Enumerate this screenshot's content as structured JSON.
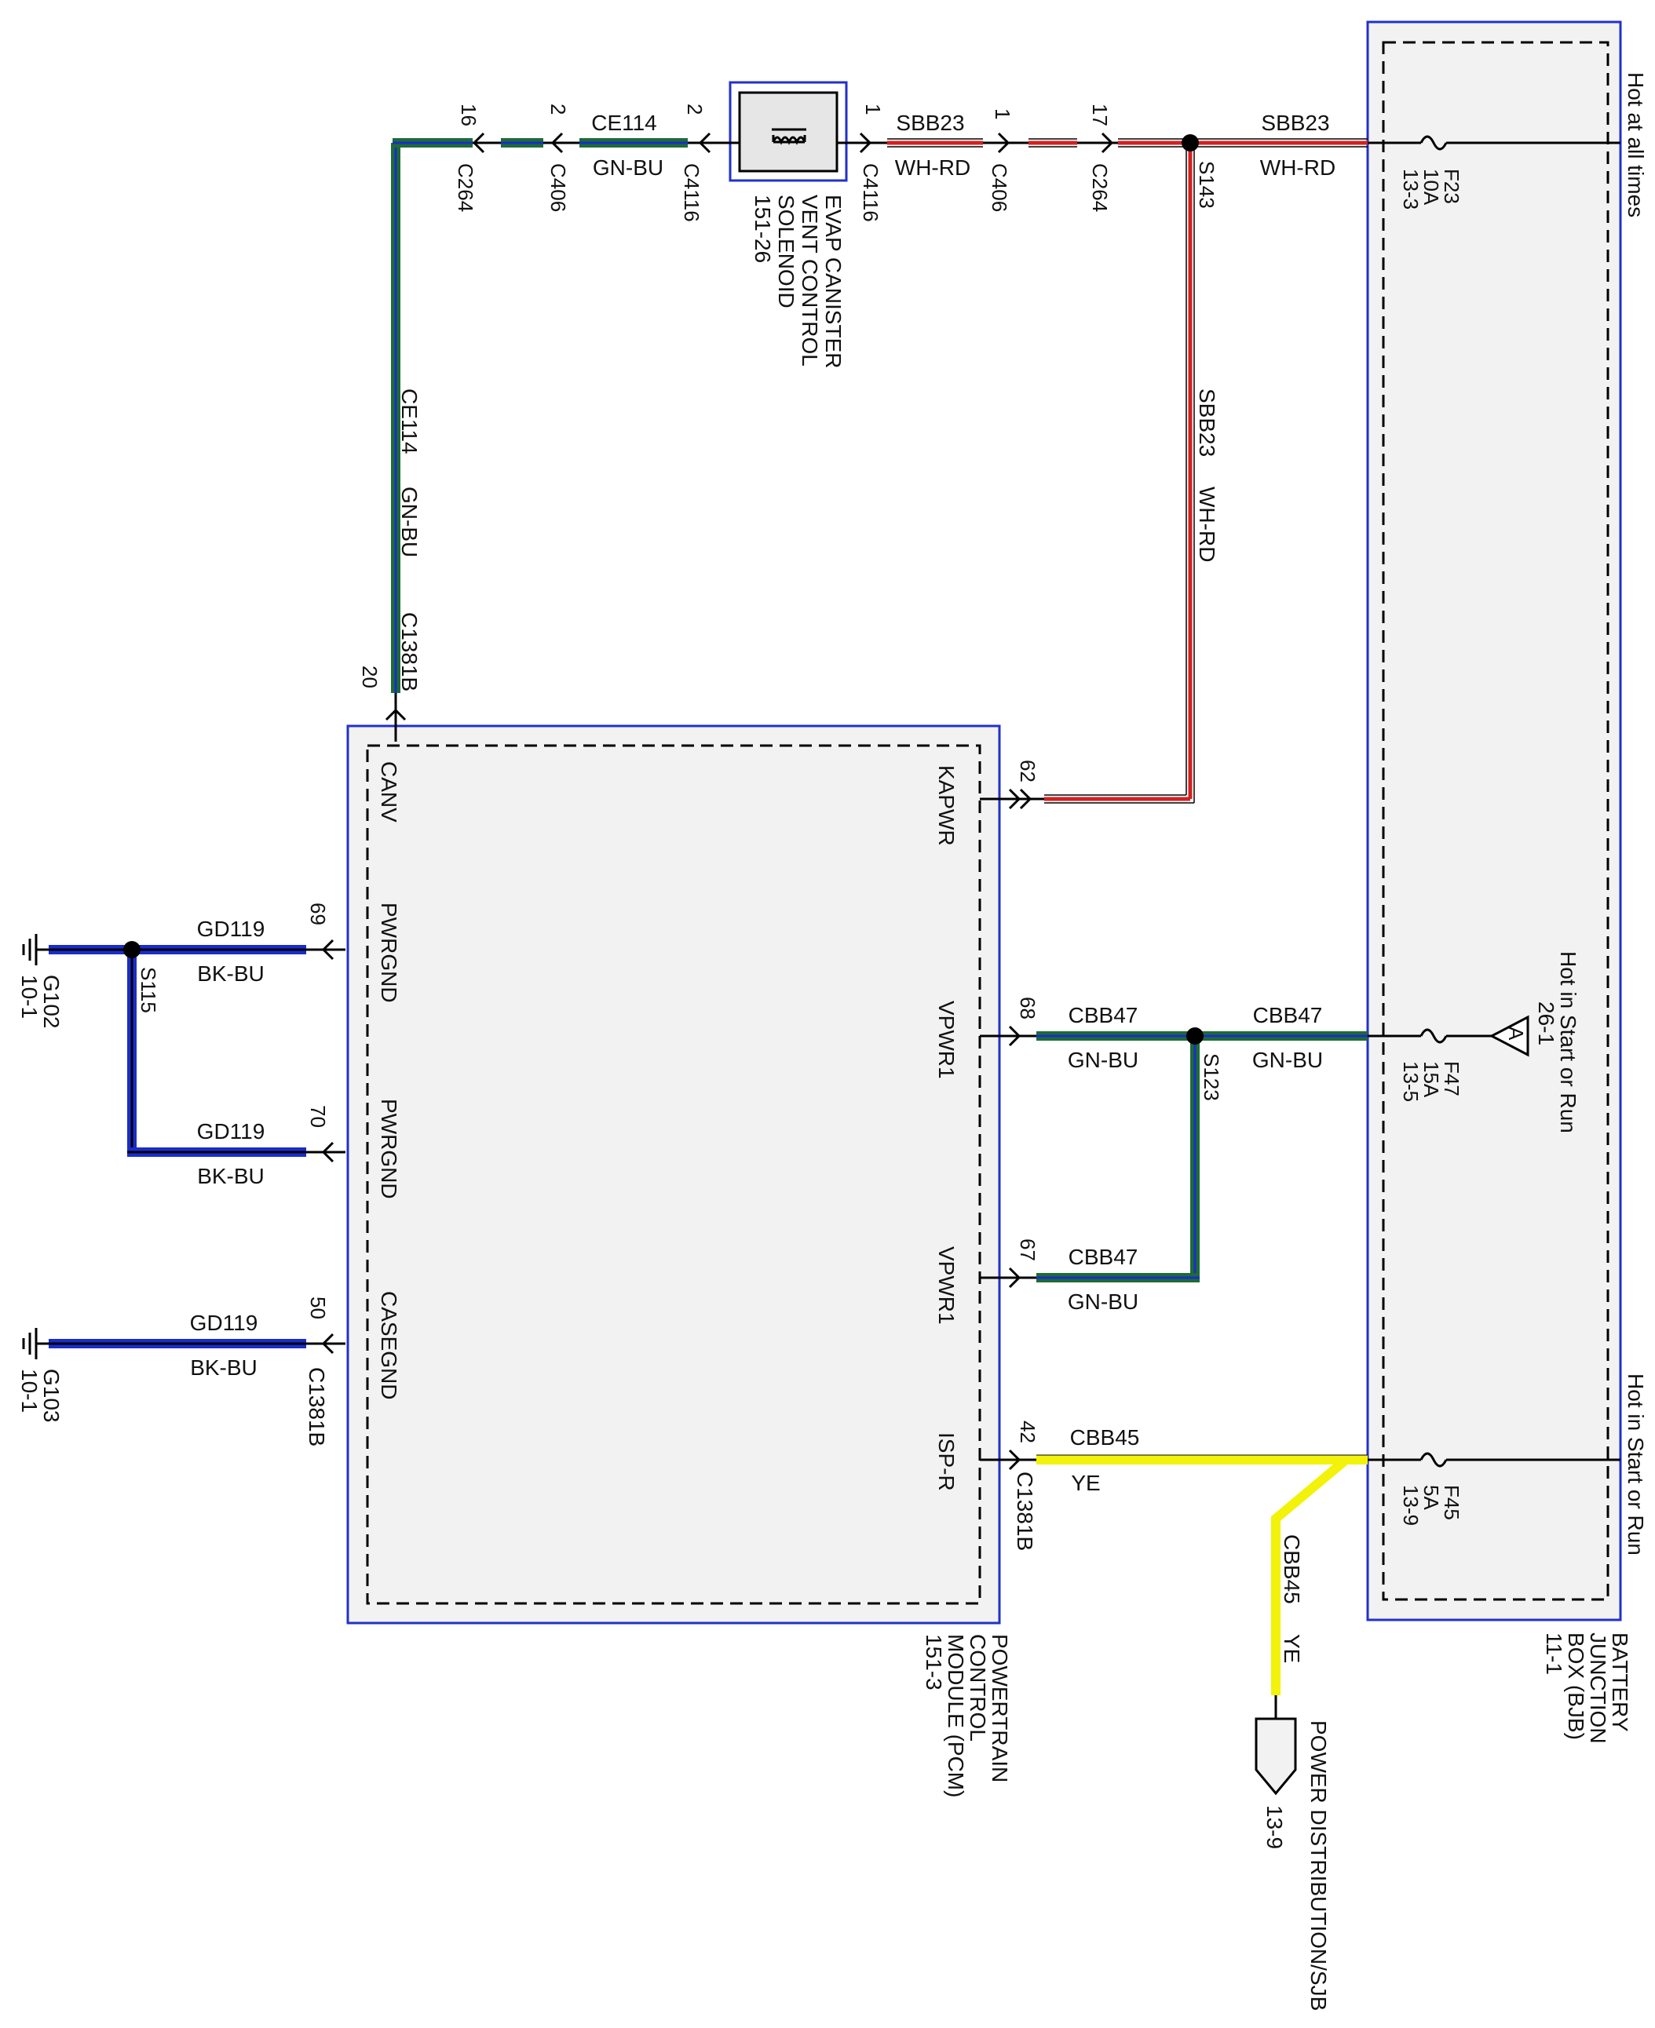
{
  "modules": {
    "bjb": {
      "label_lines": [
        "BATTERY",
        "JUNCTION",
        "BOX (BJB)",
        "11-1"
      ]
    },
    "pcm": {
      "label_lines": [
        "POWERTRAIN",
        "CONTROL",
        "MODULE (PCM)",
        "151-3"
      ]
    },
    "evap": {
      "label_lines": [
        "EVAP CANISTER",
        "VENT CONTROL",
        "SOLENOID",
        "151-26"
      ]
    }
  },
  "power_sources": {
    "hot_at_all_times": "Hot at all times",
    "hot_start_run_a": "Hot in Start or Run",
    "hot_start_run_a_ref": "26-1",
    "hot_start_run_a_marker": "A",
    "hot_start_run_b": "Hot in Start or Run"
  },
  "fuses": {
    "f23": {
      "name": "F23",
      "rating": "10A",
      "ref": "13-3"
    },
    "f47": {
      "name": "F47",
      "rating": "15A",
      "ref": "13-5"
    },
    "f45": {
      "name": "F45",
      "rating": "5A",
      "ref": "13-9"
    }
  },
  "pcm_pins": {
    "canv": "CANV",
    "pwrgnd_1": "PWRGND",
    "pwrgnd_2": "PWRGND",
    "casegnd": "CASEGND",
    "kapwr": "KAPWR",
    "vpwr1_a": "VPWR1",
    "vpwr1_b": "VPWR1",
    "isp_r": "ISP-R"
  },
  "pin_numbers": {
    "p20": "20",
    "p62": "62",
    "p68": "68",
    "p67": "67",
    "p42": "42",
    "p69": "69",
    "p70": "70",
    "p50": "50",
    "c264_16": "16",
    "c406_2": "2",
    "c4116_2": "2",
    "c4116_1": "1",
    "c406_1": "1",
    "c264_17": "17"
  },
  "connectors": {
    "c264_a": "C264",
    "c406_a": "C406",
    "c4116_a": "C4116",
    "c4116_b": "C4116",
    "c406_b": "C406",
    "c264_b": "C264",
    "c1381b_top": "C1381B",
    "c1381b_isp": "C1381B",
    "c1381b_case": "C1381B"
  },
  "splices": {
    "s143": "S143",
    "s123": "S123",
    "s115": "S115"
  },
  "grounds": {
    "g102": {
      "name": "G102",
      "ref": "10-1"
    },
    "g103": {
      "name": "G103",
      "ref": "10-1"
    }
  },
  "circuits": {
    "ce114_top": {
      "name": "CE114",
      "color": "GN-BU"
    },
    "ce114_vert": {
      "name": "CE114",
      "color": "GN-BU"
    },
    "sbb23_left": {
      "name": "SBB23",
      "color": "WH-RD"
    },
    "sbb23_right": {
      "name": "SBB23",
      "color": "WH-RD"
    },
    "sbb23_vert": {
      "name": "SBB23",
      "color": "WH-RD"
    },
    "cbb47_a": {
      "name": "CBB47",
      "color": "GN-BU"
    },
    "cbb47_b": {
      "name": "CBB47",
      "color": "GN-BU"
    },
    "cbb47_c": {
      "name": "CBB47",
      "color": "GN-BU"
    },
    "cbb45_h": {
      "name": "CBB45",
      "color": "YE"
    },
    "cbb45_v": {
      "name": "CBB45",
      "color": "YE"
    },
    "gd119_a": {
      "name": "GD119",
      "color": "BK-BU"
    },
    "gd119_b": {
      "name": "GD119",
      "color": "BK-BU"
    },
    "gd119_c": {
      "name": "GD119",
      "color": "BK-BU"
    }
  },
  "power_distribution": {
    "name": "POWER DISTRIBUTION/SJB",
    "ref": "13-9"
  },
  "wire_colors": {
    "green": "#1e6b36",
    "blue": "#1a2ccc",
    "red": "#d42020",
    "yellow": "#f2f20a",
    "black": "#000000",
    "module_border": "#2231c9",
    "module_fill": "#f2f2f2"
  }
}
